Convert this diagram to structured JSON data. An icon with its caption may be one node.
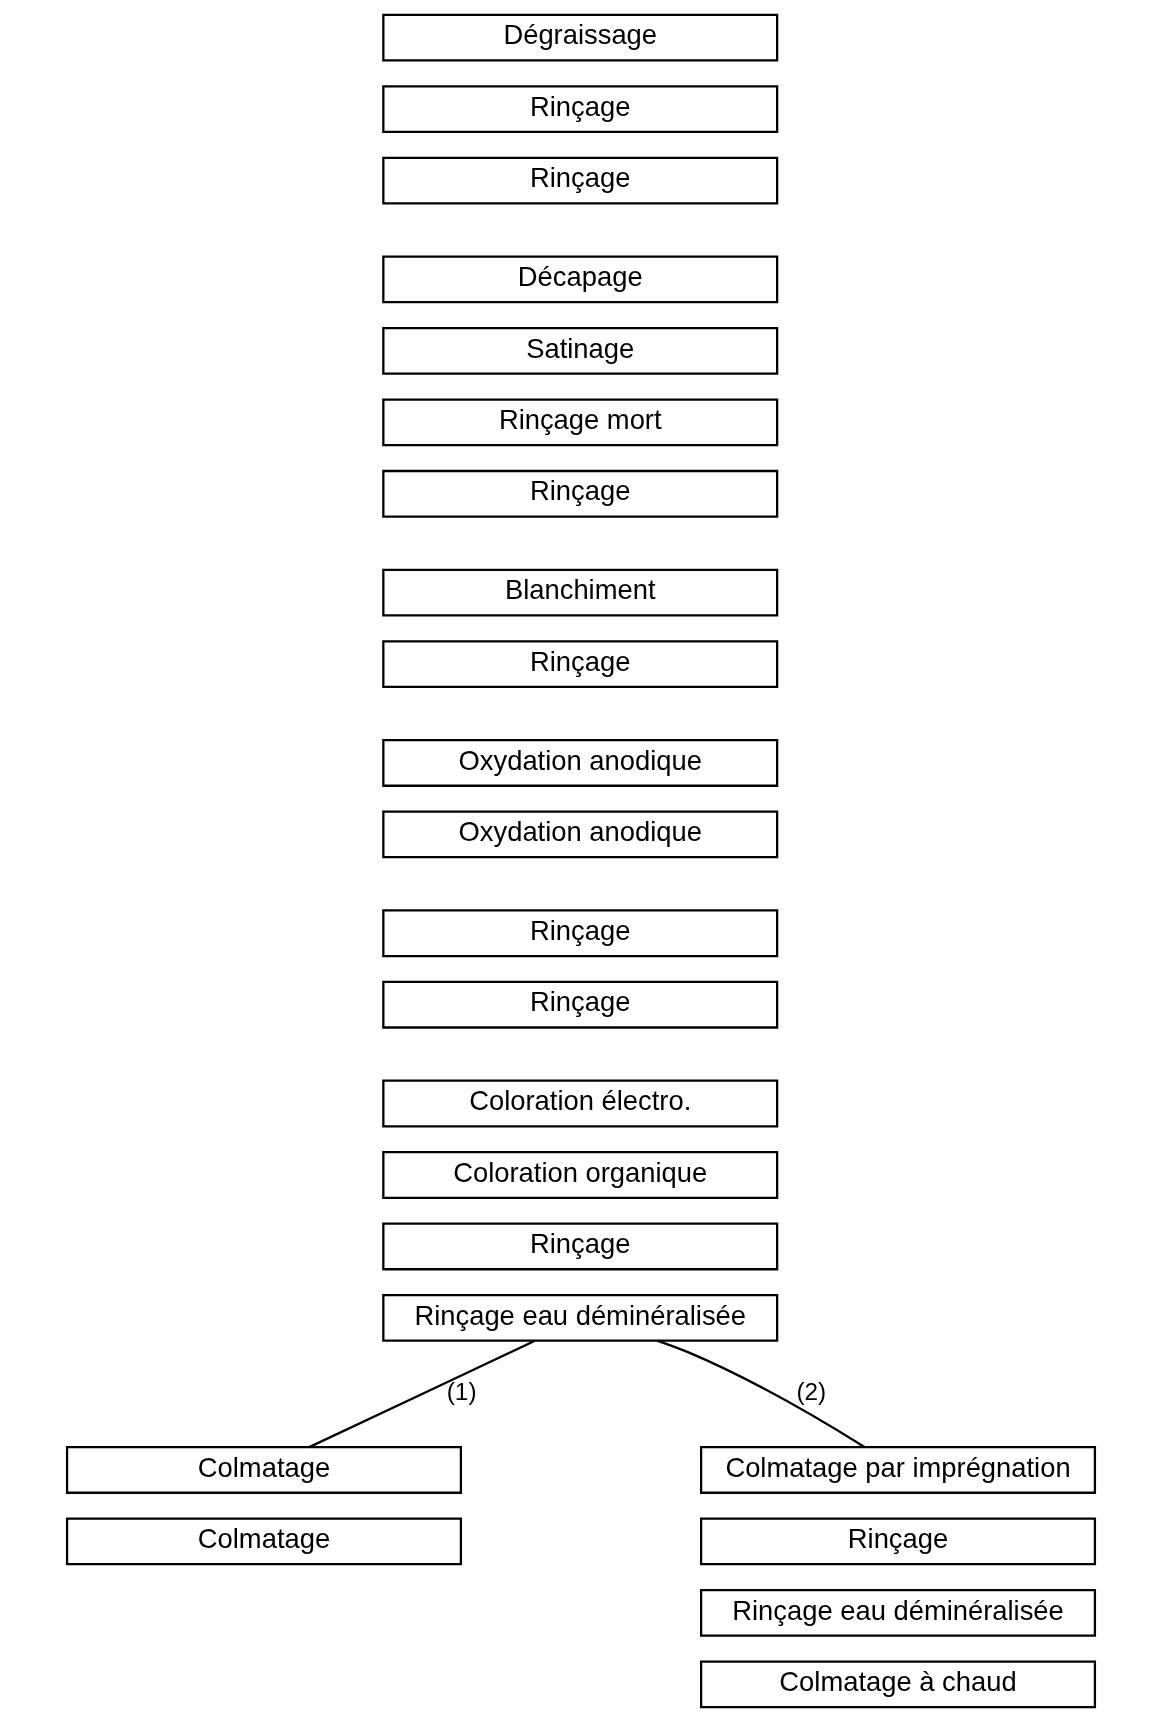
{
  "diagram": {
    "nodes": [
      {
        "text": [
          "Dégraissage"
        ]
      },
      {
        "text": [
          "Rinçage"
        ]
      },
      {
        "text": [
          "Rinçage"
        ]
      },
      {
        "text": [
          "Décapage"
        ]
      },
      {
        "text": [
          "Satinage"
        ]
      },
      {
        "text": [
          "Rinçage mort"
        ]
      },
      {
        "text": [
          "Rinçage"
        ]
      },
      {
        "text": [
          "Blanchiment"
        ]
      },
      {
        "text": [
          "Rinçage"
        ]
      },
      {
        "text": [
          "Oxydation anodique"
        ]
      },
      {
        "text": [
          "Oxydation anodique"
        ]
      },
      {
        "text": [
          "Rinçage"
        ]
      },
      {
        "text": [
          "Rinçage"
        ]
      },
      {
        "text": [
          "Coloration électro."
        ]
      },
      {
        "text": [
          "Coloration organique"
        ]
      },
      {
        "text": [
          "Rinçage"
        ]
      },
      {
        "text": [
          "Rinçage eau déminéralisée"
        ]
      },
      {
        "text": [
          "Colmatage"
        ]
      },
      {
        "text": [
          "Colmatage"
        ]
      },
      {
        "text": [
          "Colmatage par imprégnation"
        ]
      },
      {
        "text": [
          "Rinçage"
        ]
      },
      {
        "text": [
          "Rinçage eau déminéralisée"
        ]
      },
      {
        "text": [
          "Colmatage à chaud"
        ]
      }
    ],
    "edges": [
      {
        "from": 16,
        "to": 17,
        "arrow": "none",
        "label": "(1)"
      },
      {
        "from": 16,
        "to": 19,
        "arrow": "none",
        "label": "(2)"
      }
    ]
  }
}
